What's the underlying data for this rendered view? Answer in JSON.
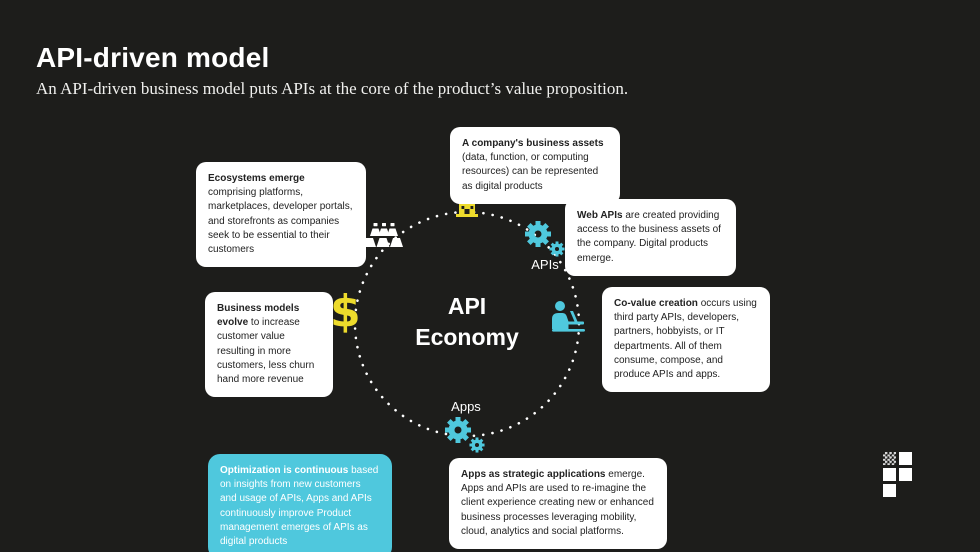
{
  "colors": {
    "bg": "#1d1d1b",
    "cyan": "#4fc8dd",
    "yellow": "#eddb2c",
    "card-bg": "#ffffff",
    "card-text": "#222222",
    "white": "#ffffff"
  },
  "header": {
    "title": "API-driven model",
    "subtitle": "An API-driven business model puts APIs at the core of the product’s value proposition."
  },
  "diagram": {
    "center_line1": "API",
    "center_line2": "Economy",
    "apis_label": "APIs",
    "apps_label": "Apps",
    "dollar_glyph": "$",
    "icons": [
      "building-icon",
      "gears-icon",
      "person-laptop-icon",
      "gold-bars-icon",
      "dollar-icon",
      "pixel-grid-logo"
    ]
  },
  "callouts": [
    {
      "id": "company-assets",
      "bold": "A company's business assets",
      "rest": " (data, function, or computing resources) can be represented as digital products"
    },
    {
      "id": "ecosystems",
      "bold": "Ecosystems emerge",
      "rest": " comprising platforms, marketplaces, developer portals, and storefronts as companies seek to be essential to their customers"
    },
    {
      "id": "web-apis",
      "bold": "Web APIs",
      "rest": " are created providing access to the business assets of the company. Digital products emerge."
    },
    {
      "id": "co-value-creation",
      "bold": "Co-value creation",
      "rest": " occurs using third party APIs, developers, partners, hobbyists, or IT departments. All of them consume, compose, and produce APIs and apps."
    },
    {
      "id": "business-models",
      "bold": "Business models evolve",
      "rest": " to increase customer value resulting in more customers, less churn hand more revenue"
    },
    {
      "id": "optimization",
      "bold": "Optimization is continuous",
      "rest": " based on insights from new customers and usage of APIs, Apps and APIs continuously improve Product management emerges of APIs as digital products"
    },
    {
      "id": "apps-strategic",
      "bold": "Apps as strategic applications",
      "rest": " emerge. Apps and APIs are used to re-imagine the client experience creating new or enhanced business processes leveraging mobility, cloud, analytics and social platforms."
    }
  ]
}
